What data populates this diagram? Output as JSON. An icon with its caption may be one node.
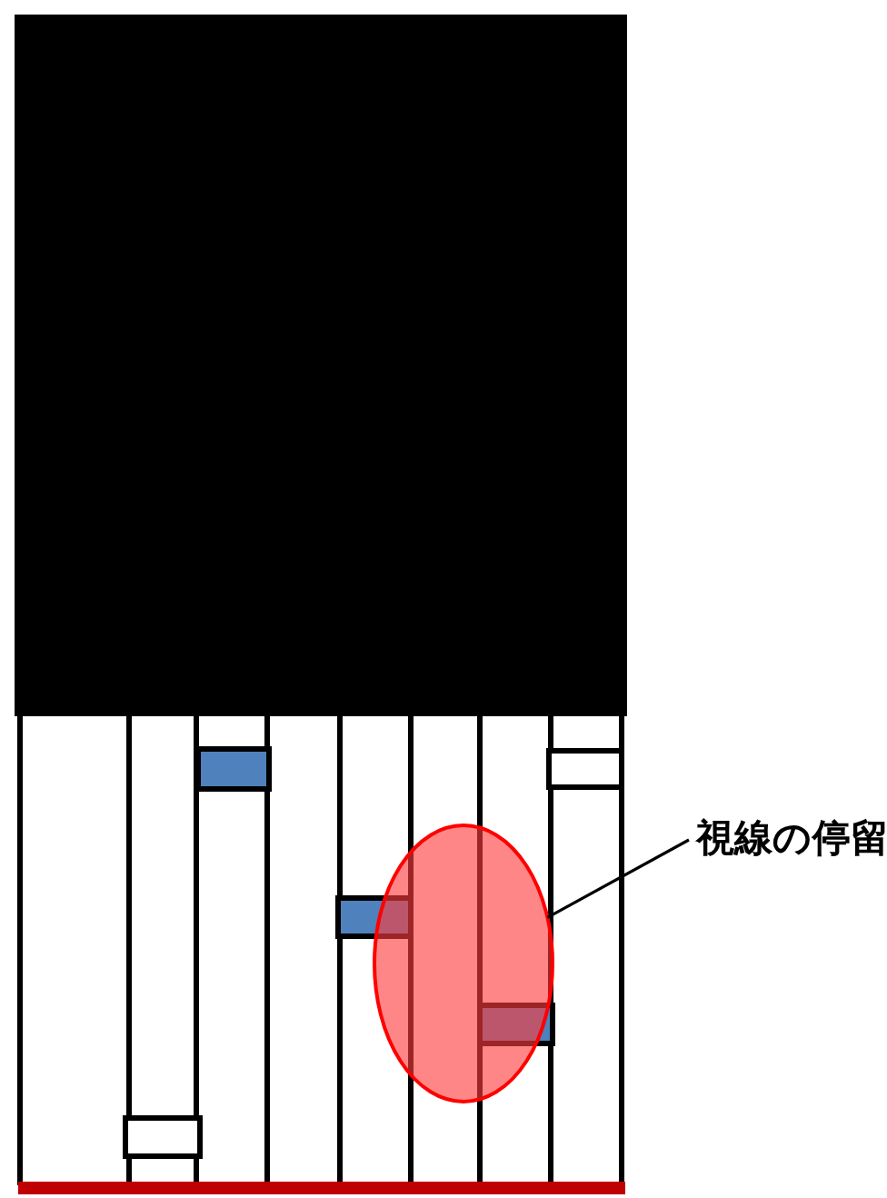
{
  "diagram": {
    "nodes": [
      {
        "text": [
          "視線の停留"
        ]
      },
      {
        "text": [],
        "shape": "ellipse"
      }
    ],
    "edges": [
      {
        "from": 0,
        "to": 1,
        "arrow": "none"
      }
    ]
  }
}
